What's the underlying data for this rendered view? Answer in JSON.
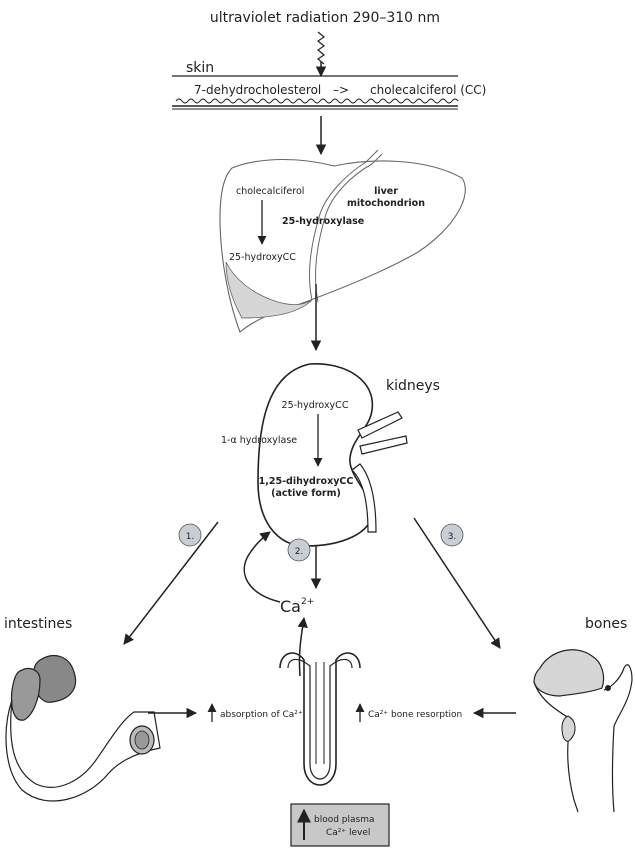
{
  "top": {
    "uv_radiation": "ultraviolet radiation 290–310 nm",
    "skin": "skin",
    "reaction_left": "7-dehydrocholesterol",
    "reaction_arrow": "–>",
    "reaction_right": "cholecalciferol (CC)"
  },
  "liver": {
    "cholecalciferol": "cholecalciferol",
    "hydroxycc": "25-hydroxyCC",
    "enzyme": "25-hydroxylase",
    "title_line1": "liver",
    "title_line2": "mitochondrion"
  },
  "kidney": {
    "title": "kidneys",
    "substrate": "25-hydroxyCC",
    "enzyme": "1-α hydroxylase",
    "product_line1": "1,25-dihydroxyCC",
    "product_line2": "(active form)"
  },
  "steps": {
    "s1": "1.",
    "s2": "2.",
    "s3": "3."
  },
  "calcium": {
    "label": "Ca",
    "sup": "2+"
  },
  "targets": {
    "intestines": "intestines",
    "bones": "bones",
    "absorption": "absorption of Ca²⁺",
    "resorption": "Ca²⁺ bone resorption",
    "plasma_line1": "blood plasma",
    "plasma_line2": "Ca²⁺ level"
  },
  "colors": {
    "line": "#222222",
    "organ_fill": "#d6d6d6",
    "step_circle": "#c9cdd6",
    "plasma_box": "#c8c8c8"
  }
}
